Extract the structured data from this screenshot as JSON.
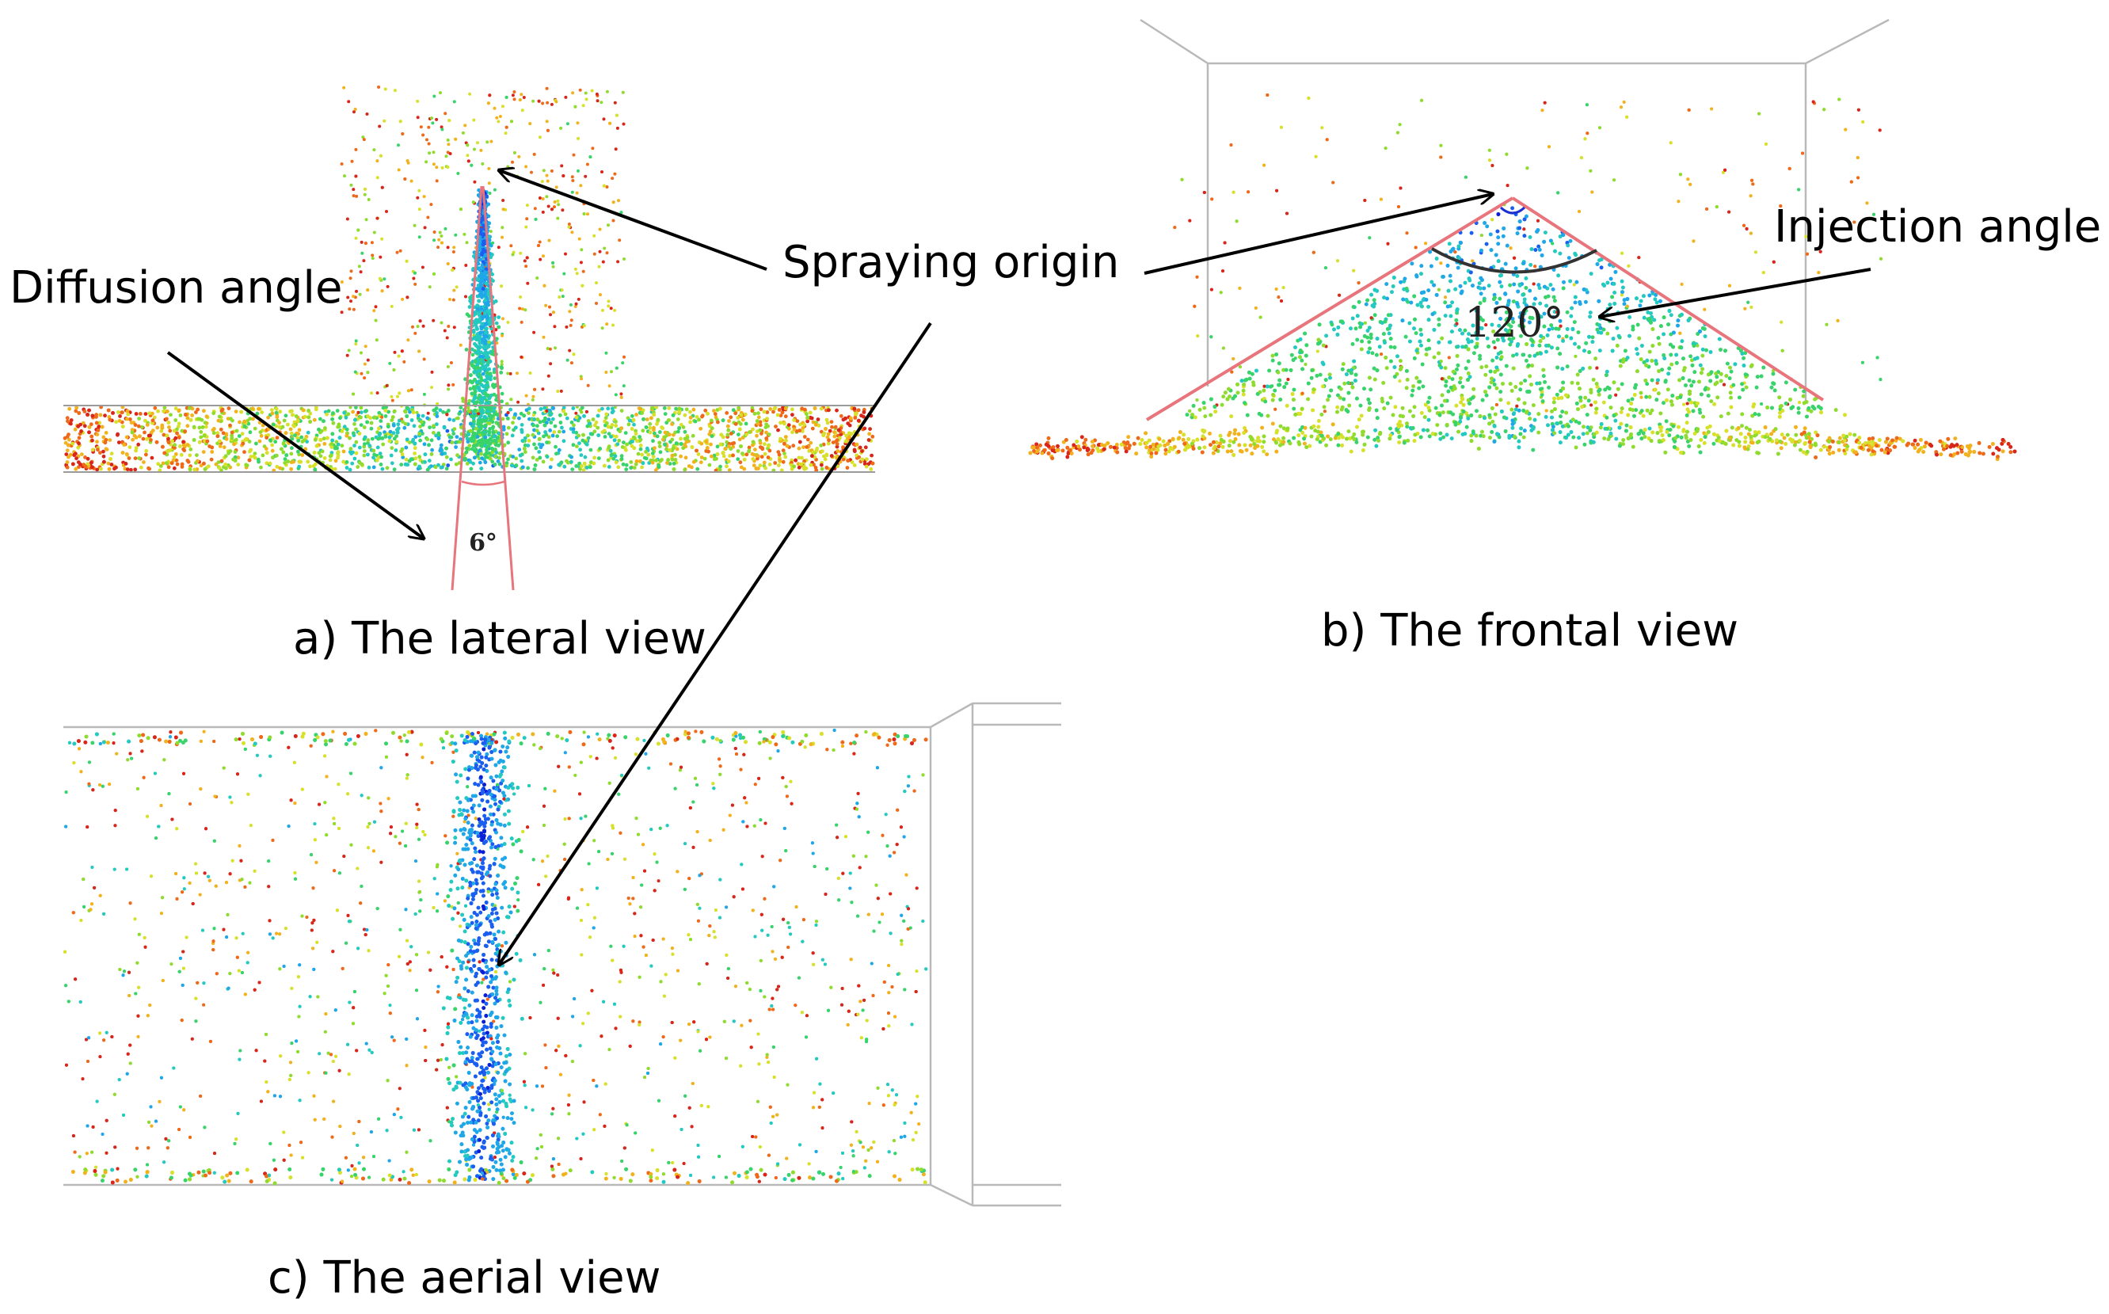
{
  "annotations": {
    "spraying_origin": "Spraying origin",
    "diffusion_angle": "Diffusion angle",
    "injection_angle": "Injection angle"
  },
  "angles": {
    "diffusion": "6°",
    "injection": "120°"
  },
  "captions": {
    "lateral": "a) The lateral view",
    "frontal": "b) The frontal view",
    "aerial": "c) The aerial view"
  },
  "colors": {
    "spray_lines": "#e8747c",
    "arrow": "#000000",
    "frame": "#b9b9b9",
    "droplet_palette": [
      "#0a1fd6",
      "#1b5ff0",
      "#1fa7e8",
      "#24c9c0",
      "#38d36a",
      "#8fdc2f",
      "#d7e02a",
      "#f2b21e",
      "#ee6a1a",
      "#d8261b"
    ]
  }
}
